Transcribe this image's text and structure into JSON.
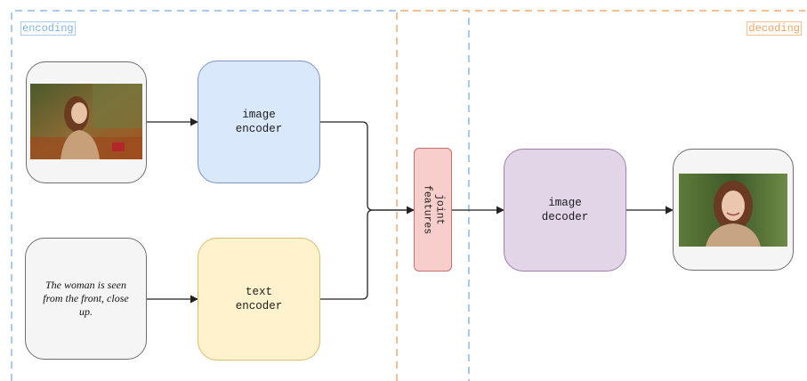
{
  "regions": {
    "encoding_label": "encoding",
    "decoding_label": "decoding"
  },
  "inputs": {
    "image_alt": "woman-portrait-side-view",
    "caption": "The woman is seen from the front, close up."
  },
  "nodes": {
    "image_encoder": "image\nencoder",
    "text_encoder": "text\nencoder",
    "joint_features": "joint\nfeatures",
    "image_decoder": "image\ndecoder"
  },
  "output": {
    "image_alt": "woman-portrait-front-view"
  },
  "colors": {
    "encoding_region": "#a9cbee",
    "decoding_region": "#f5c08f",
    "image_encoder_fill": "#dae8fc",
    "text_encoder_fill": "#fff2cc",
    "joint_fill": "#f8cecc",
    "decoder_fill": "#e1d5e7",
    "connector": "#222222"
  }
}
